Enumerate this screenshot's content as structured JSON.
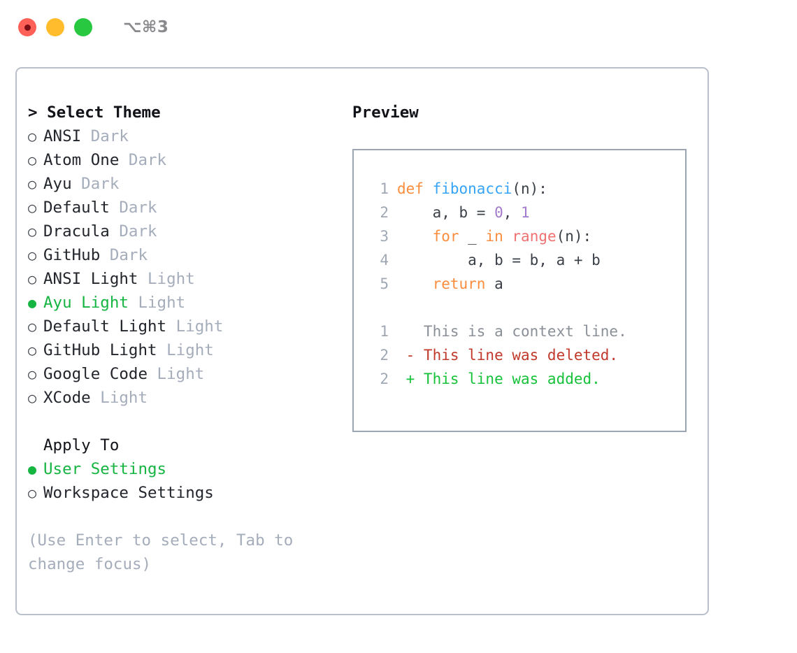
{
  "titlebar": {
    "shortcut": "⌥⌘3",
    "lights": [
      {
        "name": "close-button",
        "color": "#ff6159"
      },
      {
        "name": "minimize-button",
        "color": "#ffbd2e"
      },
      {
        "name": "maximize-button",
        "color": "#28c840"
      }
    ]
  },
  "theme_picker": {
    "header": "> Select Theme",
    "options": [
      {
        "bullet": "○",
        "label": "ANSI",
        "variant": "Dark",
        "selected": false
      },
      {
        "bullet": "○",
        "label": "Atom One",
        "variant": "Dark",
        "selected": false
      },
      {
        "bullet": "○",
        "label": "Ayu",
        "variant": "Dark",
        "selected": false
      },
      {
        "bullet": "○",
        "label": "Default",
        "variant": "Dark",
        "selected": false
      },
      {
        "bullet": "○",
        "label": "Dracula",
        "variant": "Dark",
        "selected": false
      },
      {
        "bullet": "○",
        "label": "GitHub",
        "variant": "Dark",
        "selected": false
      },
      {
        "bullet": "○",
        "label": "ANSI Light",
        "variant": "Light",
        "selected": false
      },
      {
        "bullet": "●",
        "label": "Ayu Light",
        "variant": "Light",
        "selected": true
      },
      {
        "bullet": "○",
        "label": "Default Light",
        "variant": "Light",
        "selected": false
      },
      {
        "bullet": "○",
        "label": "GitHub Light",
        "variant": "Light",
        "selected": false
      },
      {
        "bullet": "○",
        "label": "Google Code",
        "variant": "Light",
        "selected": false
      },
      {
        "bullet": "○",
        "label": "XCode",
        "variant": "Light",
        "selected": false
      }
    ]
  },
  "apply_to": {
    "header": "Apply To",
    "options": [
      {
        "bullet": "●",
        "label": "User Settings",
        "selected": true
      },
      {
        "bullet": "○",
        "label": "Workspace Settings",
        "selected": false
      }
    ]
  },
  "hint": "(Use Enter to select, Tab to change focus)",
  "preview": {
    "header": "Preview",
    "code_lines": [
      {
        "no": "1",
        "tokens": [
          {
            "t": "def ",
            "c": "kw"
          },
          {
            "t": "fibonacci",
            "c": "fn"
          },
          {
            "t": "(n):",
            "c": "plain"
          }
        ]
      },
      {
        "no": "2",
        "tokens": [
          {
            "t": "    a, b = ",
            "c": "plain"
          },
          {
            "t": "0",
            "c": "num"
          },
          {
            "t": ", ",
            "c": "plain"
          },
          {
            "t": "1",
            "c": "num"
          }
        ]
      },
      {
        "no": "3",
        "tokens": [
          {
            "t": "    ",
            "c": "plain"
          },
          {
            "t": "for",
            "c": "kw"
          },
          {
            "t": " _ ",
            "c": "plain"
          },
          {
            "t": "in",
            "c": "kw"
          },
          {
            "t": " ",
            "c": "plain"
          },
          {
            "t": "range",
            "c": "bi"
          },
          {
            "t": "(n):",
            "c": "plain"
          }
        ]
      },
      {
        "no": "4",
        "tokens": [
          {
            "t": "        a, b = b, a + b",
            "c": "plain"
          }
        ]
      },
      {
        "no": "5",
        "tokens": [
          {
            "t": "    ",
            "c": "plain"
          },
          {
            "t": "return",
            "c": "kw"
          },
          {
            "t": " a",
            "c": "plain"
          }
        ]
      },
      {
        "no": "",
        "tokens": []
      },
      {
        "no": "1",
        "tokens": [
          {
            "t": "   This is a context line.",
            "c": "ctx"
          }
        ]
      },
      {
        "no": "2",
        "tokens": [
          {
            "t": " - This line was deleted.",
            "c": "del"
          }
        ]
      },
      {
        "no": "2",
        "tokens": [
          {
            "t": " + This line was added.",
            "c": "add"
          }
        ]
      }
    ]
  }
}
